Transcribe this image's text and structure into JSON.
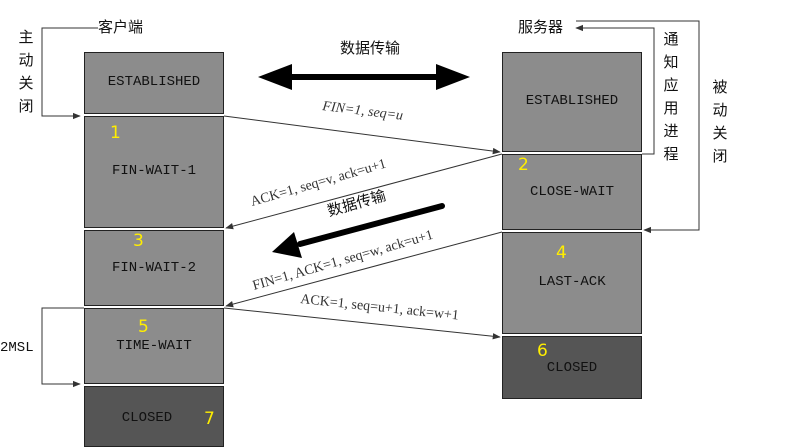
{
  "client": {
    "title": "客户端",
    "states": [
      {
        "name": "ESTABLISHED",
        "step": ""
      },
      {
        "name": "FIN-WAIT-1",
        "step": "1"
      },
      {
        "name": "FIN-WAIT-2",
        "step": "3"
      },
      {
        "name": "TIME-WAIT",
        "step": "5"
      },
      {
        "name": "CLOSED",
        "step": "7"
      }
    ]
  },
  "server": {
    "title": "服务器",
    "states": [
      {
        "name": "ESTABLISHED",
        "step": ""
      },
      {
        "name": "CLOSE-WAIT",
        "step": "2"
      },
      {
        "name": "LAST-ACK",
        "step": "4"
      },
      {
        "name": "CLOSED",
        "step": "6"
      }
    ]
  },
  "side_labels": {
    "active_close": "主动关闭",
    "notify_app": "通知应用进程",
    "passive_close": "被动关闭",
    "two_msl": "2MSL"
  },
  "data_transfer": "数据传输",
  "messages": [
    {
      "label": "FIN=1,  seq=u"
    },
    {
      "label": "ACK=1, seq=v, ack=u+1"
    },
    {
      "label": "FIN=1,  ACK=1,  seq=w, ack=u+1"
    },
    {
      "label": "ACK=1, seq=u+1, ack=w+1"
    }
  ],
  "colors": {
    "box_fill": "#8c8c8c",
    "closed_fill": "#555555",
    "step_number": "#ffee00",
    "line": "#333333"
  }
}
